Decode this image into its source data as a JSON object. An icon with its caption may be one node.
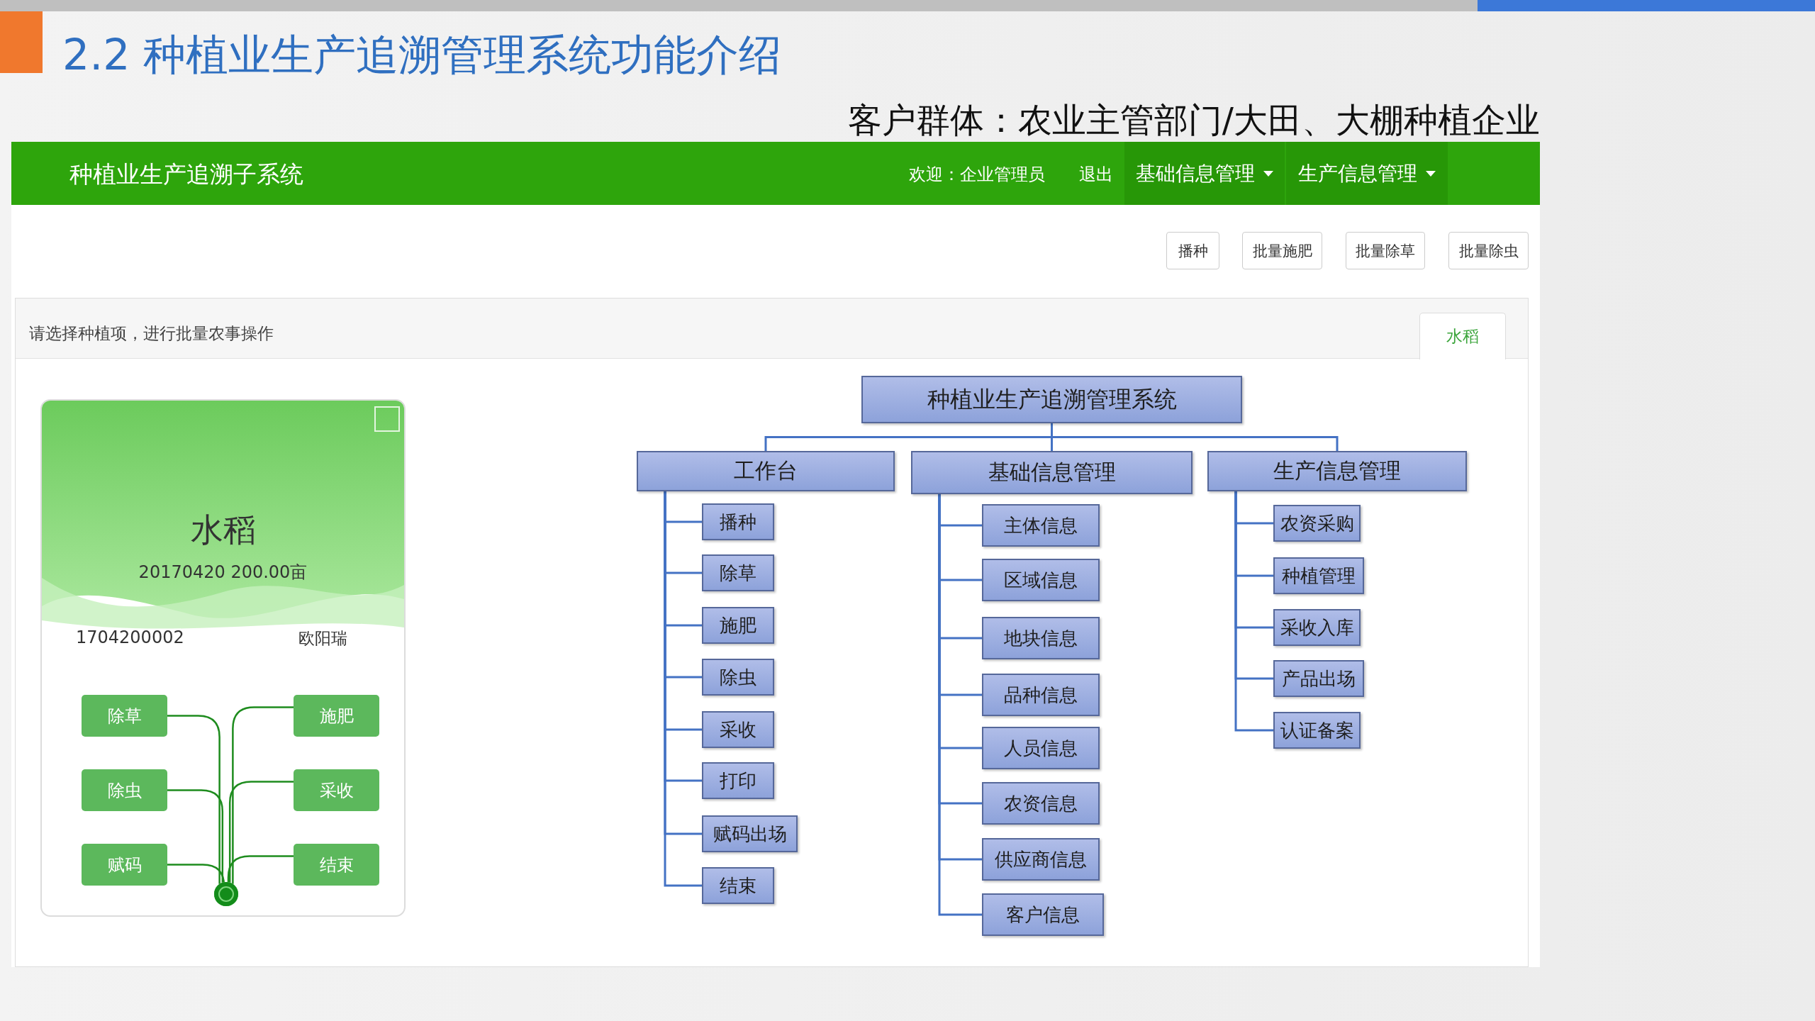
{
  "diagram": {
    "title": "2.2 种植业生产追溯管理系统功能介绍",
    "nodes": [
      {
        "text": [
          "水稻",
          "20170420 200.00亩",
          "1704200002",
          "欧阳瑞"
        ]
      },
      {
        "text": [
          "除草"
        ],
        "in": 0
      },
      {
        "text": [
          "施肥"
        ],
        "in": 0
      },
      {
        "text": [
          "除虫"
        ],
        "in": 0
      },
      {
        "text": [
          "采收"
        ],
        "in": 0
      },
      {
        "text": [
          "赋码"
        ],
        "in": 0
      },
      {
        "text": [
          "结束"
        ],
        "in": 0
      },
      {
        "text": [],
        "shape": "circle",
        "in": 0
      },
      {
        "text": [
          "种植业生产追溯管理系统"
        ]
      },
      {
        "text": [
          "工作台"
        ]
      },
      {
        "text": [
          "基础信息管理"
        ]
      },
      {
        "text": [
          "生产信息管理"
        ]
      },
      {
        "text": [
          "播种"
        ]
      },
      {
        "text": [
          "除草"
        ]
      },
      {
        "text": [
          "施肥"
        ]
      },
      {
        "text": [
          "除虫"
        ]
      },
      {
        "text": [
          "采收"
        ]
      },
      {
        "text": [
          "打印"
        ]
      },
      {
        "text": [
          "赋码出场"
        ]
      },
      {
        "text": [
          "结束"
        ]
      },
      {
        "text": [
          "主体信息"
        ]
      },
      {
        "text": [
          "区域信息"
        ]
      },
      {
        "text": [
          "地块信息"
        ]
      },
      {
        "text": [
          "品种信息"
        ]
      },
      {
        "text": [
          "人员信息"
        ]
      },
      {
        "text": [
          "农资信息"
        ]
      },
      {
        "text": [
          "供应商信息"
        ]
      },
      {
        "text": [
          "客户信息"
        ]
      },
      {
        "text": [
          "农资采购"
        ]
      },
      {
        "text": [
          "种植管理"
        ]
      },
      {
        "text": [
          "采收入库"
        ]
      },
      {
        "text": [
          "产品出场"
        ]
      },
      {
        "text": [
          "认证备案"
        ]
      }
    ],
    "edges": [
      {
        "from": 1,
        "to": 7,
        "arrow": "none",
        "color": "#1e8c1e"
      },
      {
        "from": 2,
        "to": 7,
        "arrow": "none",
        "color": "#1e8c1e"
      },
      {
        "from": 3,
        "to": 7,
        "arrow": "none",
        "color": "#1e8c1e"
      },
      {
        "from": 4,
        "to": 7,
        "arrow": "none",
        "color": "#1e8c1e"
      },
      {
        "from": 5,
        "to": 7,
        "arrow": "none",
        "color": "#1e8c1e"
      },
      {
        "from": 6,
        "to": 7,
        "arrow": "none",
        "color": "#1e8c1e"
      },
      {
        "from": 8,
        "to": 9,
        "arrow": "none"
      },
      {
        "from": 8,
        "to": 10,
        "arrow": "none"
      },
      {
        "from": 8,
        "to": 11,
        "arrow": "none"
      },
      {
        "from": 9,
        "to": 12,
        "arrow": "none"
      },
      {
        "from": 9,
        "to": 13,
        "arrow": "none"
      },
      {
        "from": 9,
        "to": 14,
        "arrow": "none"
      },
      {
        "from": 9,
        "to": 15,
        "arrow": "none"
      },
      {
        "from": 9,
        "to": 16,
        "arrow": "none"
      },
      {
        "from": 9,
        "to": 17,
        "arrow": "none"
      },
      {
        "from": 9,
        "to": 18,
        "arrow": "none"
      },
      {
        "from": 9,
        "to": 19,
        "arrow": "none"
      },
      {
        "from": 10,
        "to": 20,
        "arrow": "none"
      },
      {
        "from": 10,
        "to": 21,
        "arrow": "none"
      },
      {
        "from": 10,
        "to": 22,
        "arrow": "none"
      },
      {
        "from": 10,
        "to": 23,
        "arrow": "none"
      },
      {
        "from": 10,
        "to": 24,
        "arrow": "none"
      },
      {
        "from": 10,
        "to": 25,
        "arrow": "none"
      },
      {
        "from": 10,
        "to": 26,
        "arrow": "none"
      },
      {
        "from": 10,
        "to": 27,
        "arrow": "none"
      },
      {
        "from": 11,
        "to": 28,
        "arrow": "none"
      },
      {
        "from": 11,
        "to": 29,
        "arrow": "none"
      },
      {
        "from": 11,
        "to": 30,
        "arrow": "none"
      },
      {
        "from": 11,
        "to": 31,
        "arrow": "none"
      },
      {
        "from": 11,
        "to": 32,
        "arrow": "none"
      }
    ],
    "labels": [
      "客户群体：农业主管部门/大田、大棚种植企业",
      "种植业生产追溯子系统",
      "欢迎：企业管理员",
      "退出",
      "基础信息管理",
      "生产信息管理",
      "播种",
      "批量施肥",
      "批量除草",
      "批量除虫",
      "请选择种植项，进行批量农事操作",
      "水稻"
    ]
  }
}
